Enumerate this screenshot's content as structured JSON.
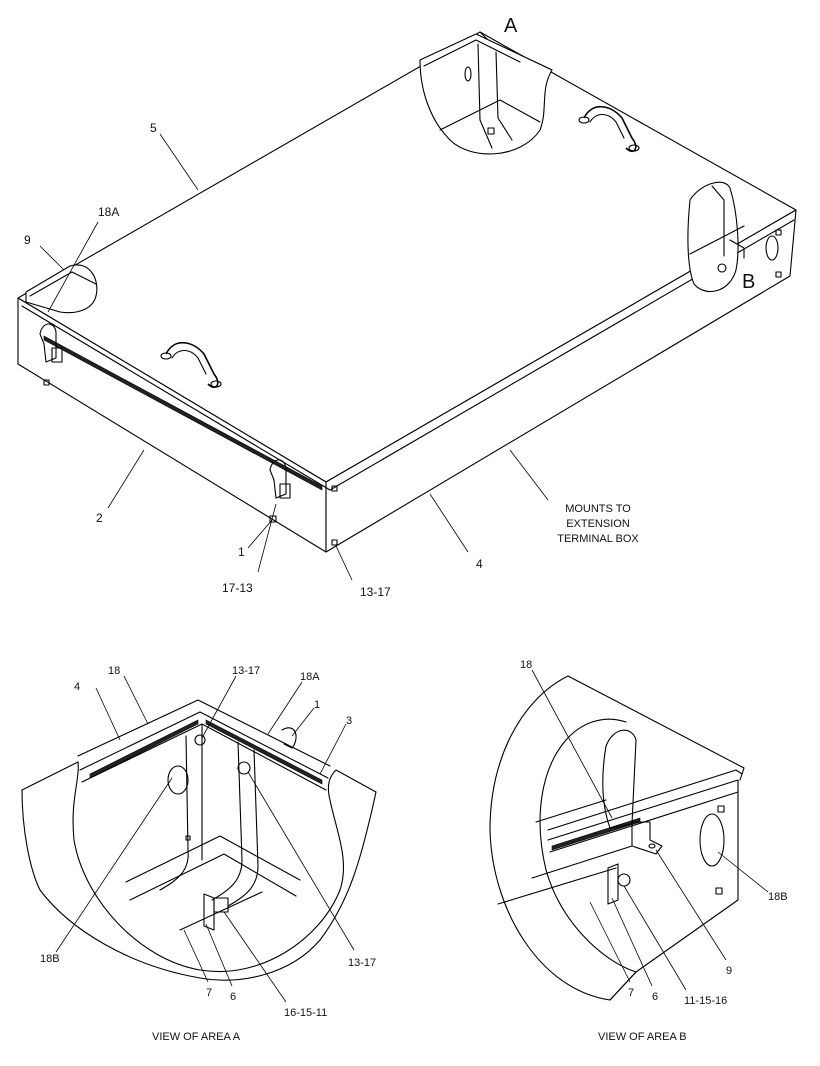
{
  "main_view": {
    "area_a_marker": "A",
    "area_b_marker": "B",
    "callouts": {
      "c5": "5",
      "c18a": "18A",
      "c9": "9",
      "c2": "2",
      "c1": "1",
      "c17_13": "17-13",
      "c13_17": "13-17",
      "c4": "4"
    },
    "note_lines": [
      "MOUNTS TO",
      "EXTENSION",
      "TERMINAL BOX"
    ]
  },
  "detail_a": {
    "caption": "VIEW OF AREA  A",
    "callouts": {
      "c4": "4",
      "c18": "18",
      "c13_17_top": "13-17",
      "c18a": "18A",
      "c1": "1",
      "c3": "3",
      "c18b": "18B",
      "c13_17_right": "13-17",
      "c7": "7",
      "c6": "6",
      "c16_15_11": "16-15-11"
    }
  },
  "detail_b": {
    "caption": "VIEW OF AREA B",
    "callouts": {
      "c18": "18",
      "c18b": "18B",
      "c9": "9",
      "c7": "7",
      "c6": "6",
      "c11_15_16": "11-15-16"
    }
  }
}
